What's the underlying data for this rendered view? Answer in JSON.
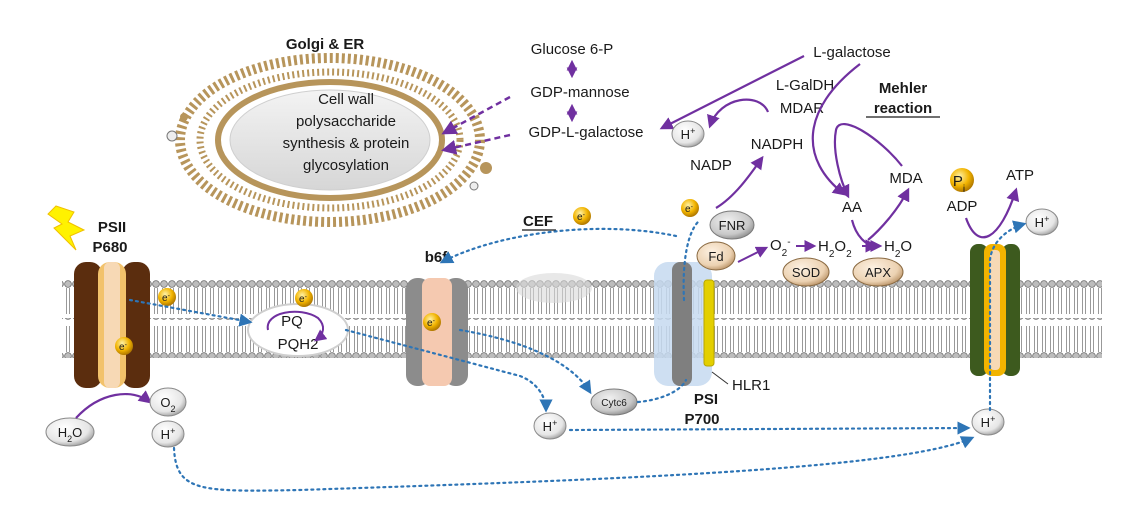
{
  "golgi": {
    "title": "Golgi & ER",
    "line1": "Cell wall",
    "line2": "polysaccharide",
    "line3": "synthesis & protein",
    "line4": "glycosylation"
  },
  "pathway": {
    "glucose6p": "Glucose 6-P",
    "gdp_mannose": "GDP-mannose",
    "gdp_l_galactose": "GDP-L-galactose",
    "l_galactose": "L-galactose",
    "l_galdh": "L-GalDH",
    "mdar": "MDAR",
    "nadph": "NADPH",
    "nadp": "NADP"
  },
  "mehler": {
    "line1": "Mehler",
    "line2": "reaction",
    "mda": "MDA",
    "aa": "AA",
    "h2o2": "H2O2",
    "h2o": "H2O",
    "o2_minus": "O2-",
    "sod": "SOD",
    "apx": "APX"
  },
  "complexes": {
    "psii_label": "PSII",
    "p680_label": "P680",
    "b6f_label": "b6f",
    "cef_label": "CEF",
    "pq": "PQ",
    "pqh2": "PQH2",
    "psi_label": "PSI",
    "p700_label": "P700",
    "hlr1": "HLR1",
    "fnr": "FNR",
    "fd": "Fd",
    "cytc6": "Cytc6",
    "atp": "ATP",
    "adp": "ADP",
    "pi": "Pi"
  },
  "particles": {
    "electron": "e-",
    "proton": "H+",
    "oxygen": "O2",
    "water": "H2O"
  },
  "colors": {
    "purple_arrow": "#7030a0",
    "blue_dotted": "#2e75b6",
    "psii_brown": "#5b2d0e",
    "golgi_tan": "#b7955b",
    "atp_green": "#3d5a1e",
    "electron_gold": "#f2b400"
  }
}
